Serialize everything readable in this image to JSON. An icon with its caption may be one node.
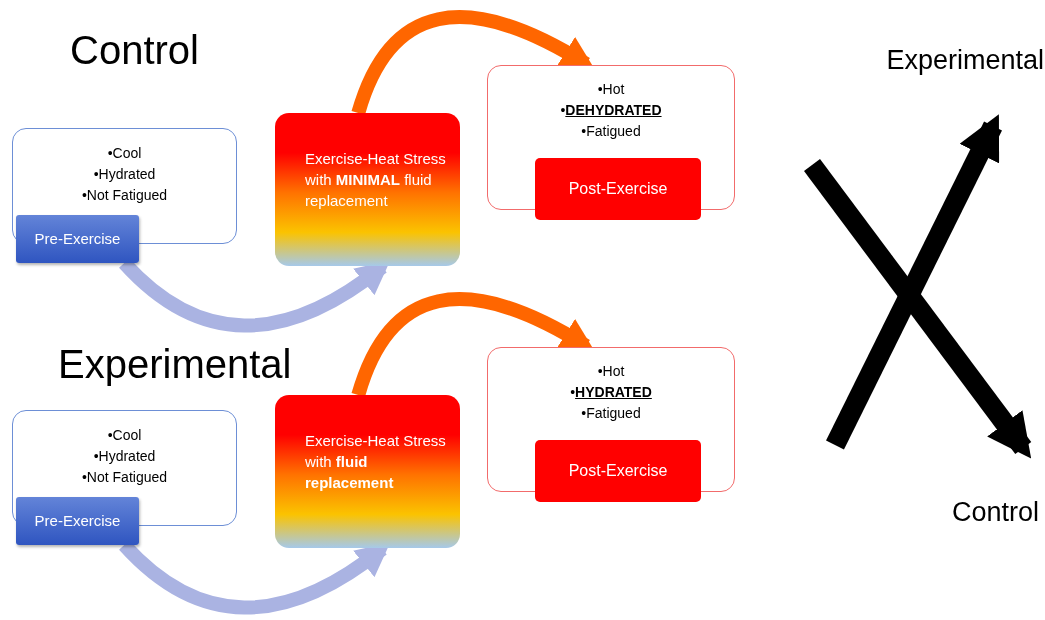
{
  "diagram": {
    "nodes": [
      {
        "text": [
          "•Cool",
          "•Hydrated",
          "•Not Fatigued"
        ]
      },
      {
        "text": [
          "Pre-Exercise"
        ]
      },
      {
        "text": [
          "Exercise-Heat Stress with **MINIMAL** fluid replacement"
        ]
      },
      {
        "text": [
          "•Hot",
          "•**DEHYDRATED**",
          "•Fatigued"
        ]
      },
      {
        "text": [
          "Post-Exercise"
        ]
      },
      {
        "text": [
          "•Cool",
          "•Hydrated",
          "•Not Fatigued"
        ]
      },
      {
        "text": [
          "Pre-Exercise"
        ]
      },
      {
        "text": [
          "Exercise-Heat Stress with **fluid replacement**"
        ]
      },
      {
        "text": [
          "•Hot",
          "•**HYDRATED**",
          "•Fatigued"
        ]
      },
      {
        "text": [
          "Post-Exercise"
        ]
      },
      {
        "text": [
          "Experimental"
        ]
      },
      {
        "text": [
          "Control"
        ]
      }
    ],
    "edges": [
      {
        "from": 1,
        "to": 2,
        "arrow": "to",
        "color": "#aab3e2"
      },
      {
        "from": 2,
        "to": 3,
        "arrow": "to",
        "color": "#ff6600"
      },
      {
        "from": 6,
        "to": 7,
        "arrow": "to",
        "color": "#aab3e2"
      },
      {
        "from": 7,
        "to": 8,
        "arrow": "to",
        "color": "#ff6600"
      },
      {
        "from": null,
        "to": 10,
        "arrow": "to",
        "color": "#000000"
      },
      {
        "from": null,
        "to": 11,
        "arrow": "to",
        "color": "#000000"
      }
    ],
    "labels": [
      "Control",
      "Experimental"
    ]
  }
}
